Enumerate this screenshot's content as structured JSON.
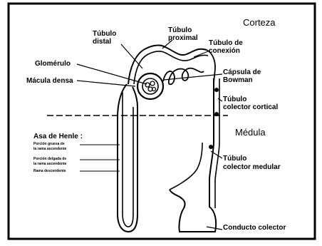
{
  "region_top": "Corteza",
  "region_bottom": "Médula",
  "labels": {
    "tubulo_distal_1": "Túbulo",
    "tubulo_distal_2": "distal",
    "tubulo_proximal_1": "Túbulo",
    "tubulo_proximal_2": "proximal",
    "tubulo_conexion_1": "Túbulo de",
    "tubulo_conexion_2": "conexión",
    "glomerulo": "Glomérulo",
    "macula_densa": "Mácula densa",
    "capsula_1": "Cápsula de",
    "capsula_2": "Bowman",
    "colector_cortical_1": "Túbulo",
    "colector_cortical_2": "colector cortical",
    "colector_medular_1": "Túbulo",
    "colector_medular_2": "colector medular",
    "conducto_colector": "Conducto colector",
    "asa_henle": "Asa de Henle :",
    "porcion_gruesa_1": "Porción gruesa de",
    "porcion_gruesa_2": "la rama ascendente",
    "porcion_delgada_1": "Porción delgada de",
    "porcion_delgada_2": "la rama ascendente",
    "rama_descendente": "Rama descendente"
  }
}
